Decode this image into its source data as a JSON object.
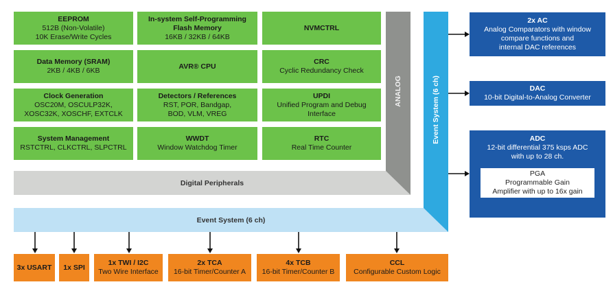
{
  "green_blocks": [
    {
      "title": "EEPROM",
      "lines": [
        "512B (Non-Volatile)",
        "10K Erase/Write Cycles"
      ]
    },
    {
      "title": "In-system Self-Programming",
      "title2": "Flash Memory",
      "lines": [
        "16KB / 32KB / 64KB"
      ]
    },
    {
      "title": "NVMCTRL",
      "lines": []
    },
    {
      "title": "Data Memory (SRAM)",
      "lines": [
        "2KB / 4KB / 6KB"
      ]
    },
    {
      "title": "AVR® CPU",
      "lines": []
    },
    {
      "title": "CRC",
      "lines": [
        "Cyclic Redundancy Check"
      ]
    },
    {
      "title": "Clock Generation",
      "lines": [
        "OSC20M, OSCULP32K,",
        "XOSC32K, XOSCHF, EXTCLK"
      ]
    },
    {
      "title": "Detectors / References",
      "lines": [
        "RST, POR, Bandgap,",
        "BOD, VLM, VREG"
      ]
    },
    {
      "title": "UPDI",
      "lines": [
        "Unified Program and Debug",
        "Interface"
      ]
    },
    {
      "title": "System Management",
      "lines": [
        "RSTCTRL, CLKCTRL, SLPCTRL"
      ]
    },
    {
      "title": "WWDT",
      "lines": [
        "Window Watchdog Timer"
      ]
    },
    {
      "title": "RTC",
      "lines": [
        "Real Time Counter"
      ]
    }
  ],
  "bars": {
    "analog": "ANALOG",
    "digital_peripherals": "Digital Peripherals",
    "event_system_vertical": "Event System (6 ch)",
    "event_system_horizontal": "Event System (6 ch)"
  },
  "analog_blocks": {
    "ac": {
      "title": "2x AC",
      "lines": [
        "Analog Comparators with window",
        "compare functions and",
        "internal DAC references"
      ]
    },
    "dac": {
      "title": "DAC",
      "lines": [
        "10-bit Digital-to-Analog Converter"
      ]
    },
    "adc": {
      "title": "ADC",
      "lines": [
        "12-bit differential 375 ksps ADC",
        "with up to 28 ch."
      ],
      "pga": {
        "title": "PGA",
        "lines": [
          "Programmable Gain",
          "Amplifier with up to 16x gain"
        ]
      }
    }
  },
  "peripheral_blocks": [
    {
      "title": "3x USART",
      "sub": ""
    },
    {
      "title": "1x SPI",
      "sub": ""
    },
    {
      "title": "1x TWI / I2C",
      "sub": "Two Wire Interface"
    },
    {
      "title": "2x TCA",
      "sub": "16-bit Timer/Counter A"
    },
    {
      "title": "4x TCB",
      "sub": "16-bit Timer/Counter B"
    },
    {
      "title": "CCL",
      "sub": "Configurable Custom Logic"
    }
  ],
  "colors": {
    "green": "#6cc24a",
    "gray_dark": "#8f918e",
    "gray_light": "#d3d4d2",
    "event_blue": "#2ea9e0",
    "event_light": "#bfe1f5",
    "analog_blue": "#1e5aa8",
    "orange": "#f0861f"
  }
}
